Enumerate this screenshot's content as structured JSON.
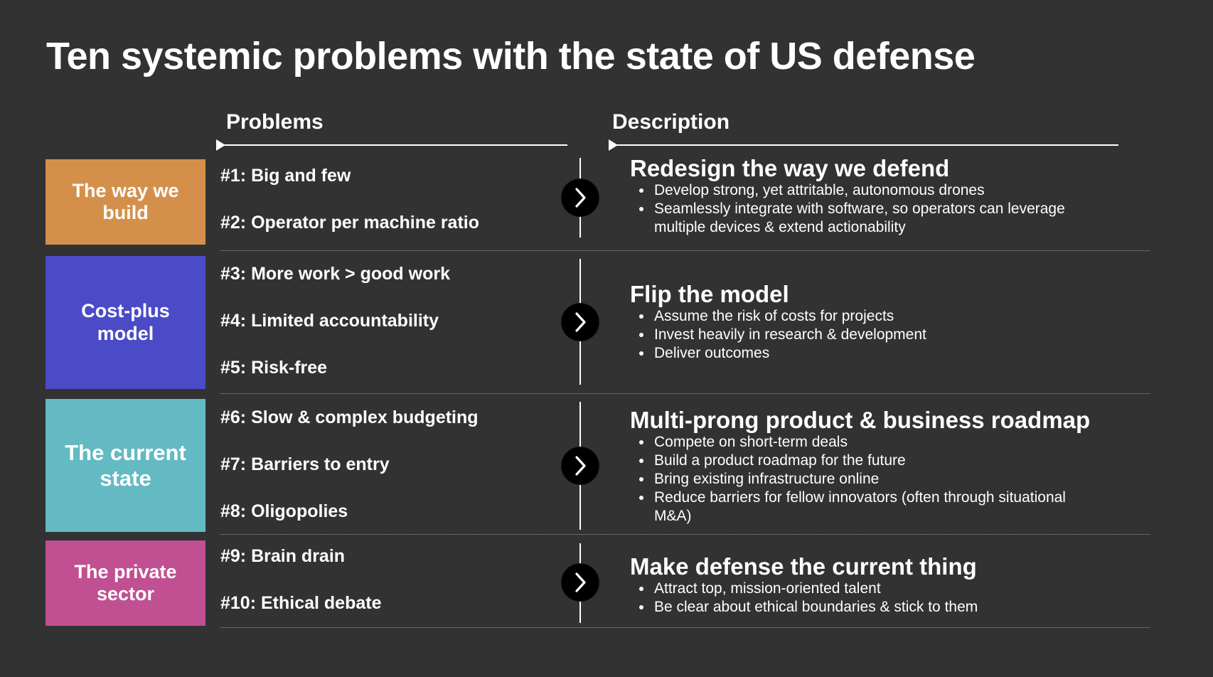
{
  "title": "Ten systemic problems with the state of US defense",
  "columns": {
    "problems": "Problems",
    "description": "Description"
  },
  "colors": {
    "background": "#323232",
    "build": "#D4904B",
    "costplus": "#4B4BC8",
    "current": "#63BAC2",
    "private": "#C05092"
  },
  "groups": [
    {
      "category": "The way we build",
      "problems": [
        "#1: Big and few",
        "#2: Operator per machine ratio"
      ],
      "desc_title": "Redesign the way we defend",
      "bullets": [
        "Develop strong, yet attritable, autonomous drones",
        "Seamlessly integrate with software, so operators can leverage multiple devices & extend actionability"
      ]
    },
    {
      "category": "Cost-plus model",
      "problems": [
        "#3: More work > good work",
        "#4: Limited accountability",
        "#5: Risk-free"
      ],
      "desc_title": "Flip the model",
      "bullets": [
        "Assume the risk of costs for projects",
        "Invest heavily in research & development",
        "Deliver outcomes"
      ]
    },
    {
      "category": "The current state",
      "problems": [
        "#6: Slow & complex budgeting",
        "#7: Barriers to entry",
        "#8: Oligopolies"
      ],
      "desc_title": "Multi-prong product & business roadmap",
      "bullets": [
        "Compete on short-term deals",
        "Build a product roadmap for the future",
        "Bring existing infrastructure online",
        "Reduce barriers for fellow innovators (often through situational M&A)"
      ]
    },
    {
      "category": "The private sector",
      "problems": [
        "#9: Brain drain",
        "#10: Ethical debate"
      ],
      "desc_title": "Make defense the current thing",
      "bullets": [
        "Attract top, mission-oriented talent",
        "Be clear about ethical boundaries & stick to them"
      ]
    }
  ]
}
